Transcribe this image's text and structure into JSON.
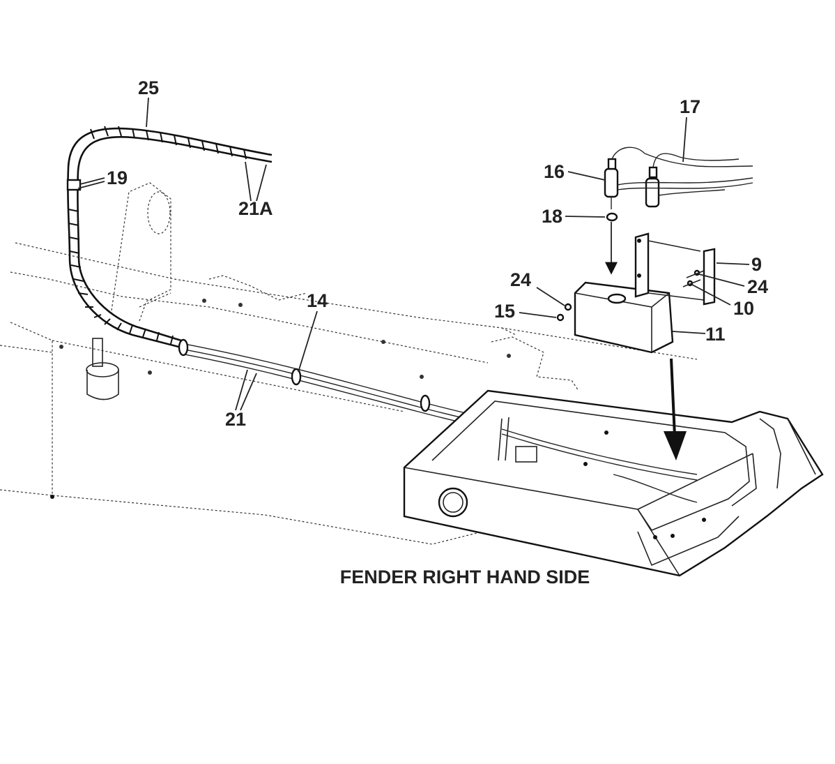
{
  "callouts": {
    "c25": "25",
    "c19": "19",
    "c21A": "21A",
    "c14": "14",
    "c21": "21",
    "c17": "17",
    "c16": "16",
    "c18": "18",
    "c9": "9",
    "c24a": "24",
    "c24b": "24",
    "c15": "15",
    "c10": "10",
    "c11": "11"
  },
  "caption": "FENDER RIGHT HAND SIDE"
}
